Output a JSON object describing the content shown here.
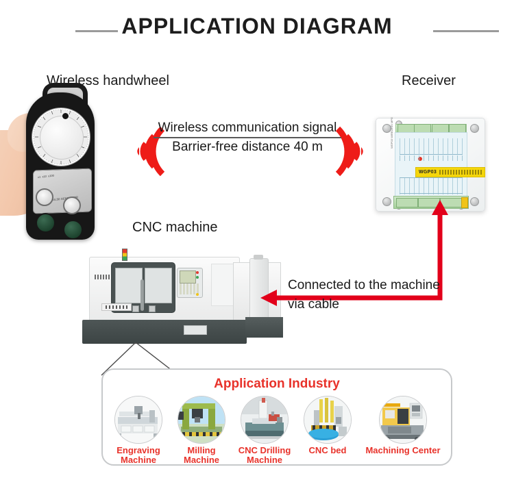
{
  "header": {
    "title": "APPLICATION DIAGRAM",
    "rule_color": "#9a9a9a"
  },
  "labels": {
    "handwheel": "Wireless handwheel",
    "receiver": "Receiver",
    "cnc_machine": "CNC machine"
  },
  "signal": {
    "line1": "Wireless communication signal",
    "line2": "Barrier-free distance 40 m",
    "wave_color": "#ee1c18"
  },
  "connection": {
    "line1": "Connected to the machine",
    "line2": "via cable",
    "arrow_color": "#e2001a"
  },
  "receiver_device": {
    "model_code": "WGP03",
    "board_color": "#e9f4f8",
    "label_color": "#f5d60b"
  },
  "application": {
    "title": "Application Industry",
    "title_color": "#e8322a",
    "items": [
      {
        "label_line1": "Engraving",
        "label_line2": "Machine",
        "icon": "engraving-machine-icon"
      },
      {
        "label_line1": "Milling",
        "label_line2": "Machine",
        "icon": "milling-machine-icon"
      },
      {
        "label_line1": "CNC Drilling",
        "label_line2": "Machine",
        "icon": "cnc-drilling-machine-icon"
      },
      {
        "label_line1": "CNC bed",
        "label_line2": "",
        "icon": "cnc-bed-icon"
      },
      {
        "label_line1": "Machining Center",
        "label_line2": "",
        "icon": "machining-center-icon"
      }
    ]
  }
}
